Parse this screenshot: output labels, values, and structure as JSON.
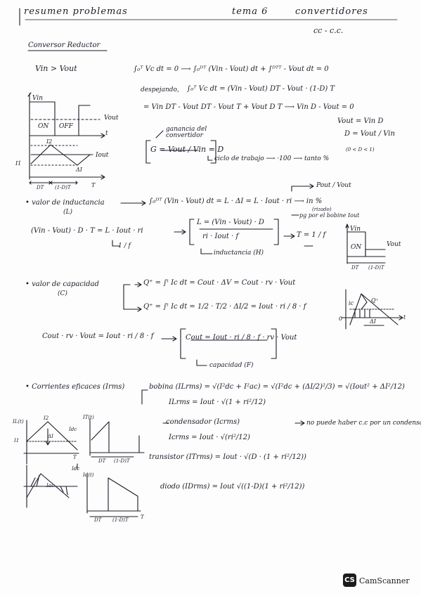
{
  "header": {
    "title_left": "resumen problemas",
    "title_mid": "tema 6",
    "title_right": "convertidores",
    "subtitle": "cc - c.c."
  },
  "reductor": {
    "title": "Conversor Reductor",
    "condition": "Vin > Vout",
    "integral_1": "∫₀ᵀ Vc dt = 0 ⟶ ∫₀ᴰᵀ (Vin - Vout) dt + ∫ᴰᵀᵀ - Vout dt = 0",
    "despejando": "despejando,",
    "integral_2": "∫₀ᵀ Vc dt = (Vin - Vout) DT - Vout · (1-D) T",
    "line_3": "= Vin DT - Vout DT - Vout T + Vout D T ⟶ Vin D - Vout = 0",
    "vout_eq": "Vout = Vin D",
    "d_eq": "D = Vout / Vin",
    "d_cond": "(0 < D < 1)",
    "ganancia_label": "ganancia del convertidor",
    "gain_eq": "G = Vout / Vin = D",
    "ciclo_label": "ciclo de trabajo ⟶ ·100 ⟶ tanto %",
    "graph1": {
      "vin": "Vin",
      "on": "ON",
      "off": "OFF",
      "vout": "Vout",
      "t": "t"
    },
    "graph2": {
      "i2": "I2",
      "i1": "I1",
      "iout": "Iout",
      "di": "ΔI",
      "dt": "DT",
      "odt": "(1-D)T",
      "T": "T"
    }
  },
  "inductancia": {
    "title": "• valor de inductancia",
    "symbol": "(L)",
    "eq1": "∫₀ᴰᵀ (Vin - Vout) dt = L · ΔI = L · Iout · ri ⟶ in %",
    "pout": "Pout / Vout",
    "rizado": "(rizado)",
    "pg_note": "pg por el bobine Iout",
    "eq2": "(Vin - Vout) · D · T = L · Iout · ri",
    "box_num": "L = (Vin - Vout) · D",
    "box_den": "ri · Iout · f",
    "t_eq": "T = 1 / f",
    "one_over_f": "1 / f",
    "inductancia_label": "inductancia (H)",
    "graph": {
      "vin": "Vin",
      "on": "ON",
      "vout": "Vout",
      "dt": "DT",
      "odt": "(1-D)T"
    }
  },
  "capacidad": {
    "title": "• valor de capacidad",
    "symbol": "(C)",
    "q_eq1": "Q⁺ = ∫ᵗ Ic dt = Cout · ΔV = Cout · rv · Vout",
    "q_eq2": "Q⁺ = ∫ᵗ Ic dt = 1/2 · T/2 · ΔI/2 = Iout · ri / 8 · f",
    "eq3": "Cout · rv · Vout = Iout · ri / 8 · f",
    "box": "Cout = Iout · ri / 8 · f · rv · Vout",
    "capacidad_label": "capacidad (F)",
    "graph": {
      "ic": "ic",
      "q": "Q⁺",
      "di": "ΔI",
      "t": "t",
      "zero": "0"
    }
  },
  "eficaces": {
    "title": "• Corrientes eficaces (Irms)",
    "bobina": "bobina (ILrms) = √(I²dc + I²ac) = √(I²dc + (ΔI/2)²/3) = √(Iout² + ΔI²/12)",
    "bobina_2": "ILrms = Iout · √(1 + ri²/12)",
    "condensador": "condensador (Icrms)",
    "cond_note": "no puede haber c.c por un condensa",
    "cond_2": "Icrms = Iout · √(ri²/12)",
    "transistor": "transistor (ITrms) = Iout · √(D · (1 + ri²/12))",
    "diodo": "diodo (IDrms) = Iout √((1-D)(1 + ri²/12))",
    "graphs": {
      "il": "IL(t)",
      "i2": "I2",
      "i1": "I1",
      "idc": "Idc",
      "iac": "Iac",
      "di": "ΔI",
      "t1": "T",
      "it": "IT(t)",
      "id": "Id(t)",
      "dt": "DT",
      "odt": "(1-D)T",
      "t": "T",
      "arrow": "Idc"
    }
  },
  "watermark": {
    "badge": "CS",
    "text": "CamScanner"
  }
}
